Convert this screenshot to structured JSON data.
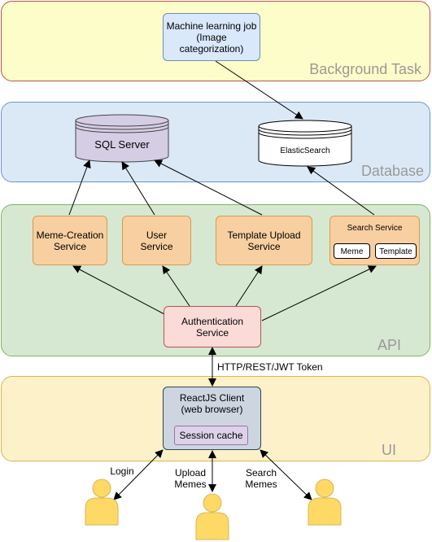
{
  "colors": {
    "background_layer": "#fdfdc9",
    "background_border": "#b85450",
    "database_layer": "#dbe9f7",
    "database_border": "#6f93c8",
    "api_layer": "#d6e8d2",
    "api_border": "#82b366",
    "ui_layer": "#fcf1c8",
    "ui_border": "#d6b656",
    "service_fill": "#f8cfa0",
    "auth_fill": "#fadbd8",
    "client_fill": "#cdd6e0",
    "cache_fill": "#dcd2ea",
    "person_fill": "#ffd966"
  },
  "layers": {
    "background": "Background Task",
    "database": "Database",
    "api": "API",
    "ui": "UI"
  },
  "background": {
    "ml_job": "Machine learning job\n(Image categorization)"
  },
  "database": {
    "sql": "SQL Server",
    "elastic": "ElasticSearch"
  },
  "api": {
    "meme_creation": "Meme-Creation\nService",
    "user": "User\nService",
    "template_upload": "Template Upload\nService",
    "search": "Search Service",
    "search_meme": "Meme",
    "search_template": "Template",
    "auth": "Authentication\nService"
  },
  "ui": {
    "client": "ReactJS Client\n(web browser)",
    "cache": "Session cache"
  },
  "edges": {
    "http": "HTTP/REST/JWT Token",
    "login": "Login",
    "upload": "Upload\nMemes",
    "search": "Search\nMemes"
  },
  "icons": {
    "user": "user-icon",
    "database": "database-icon"
  }
}
